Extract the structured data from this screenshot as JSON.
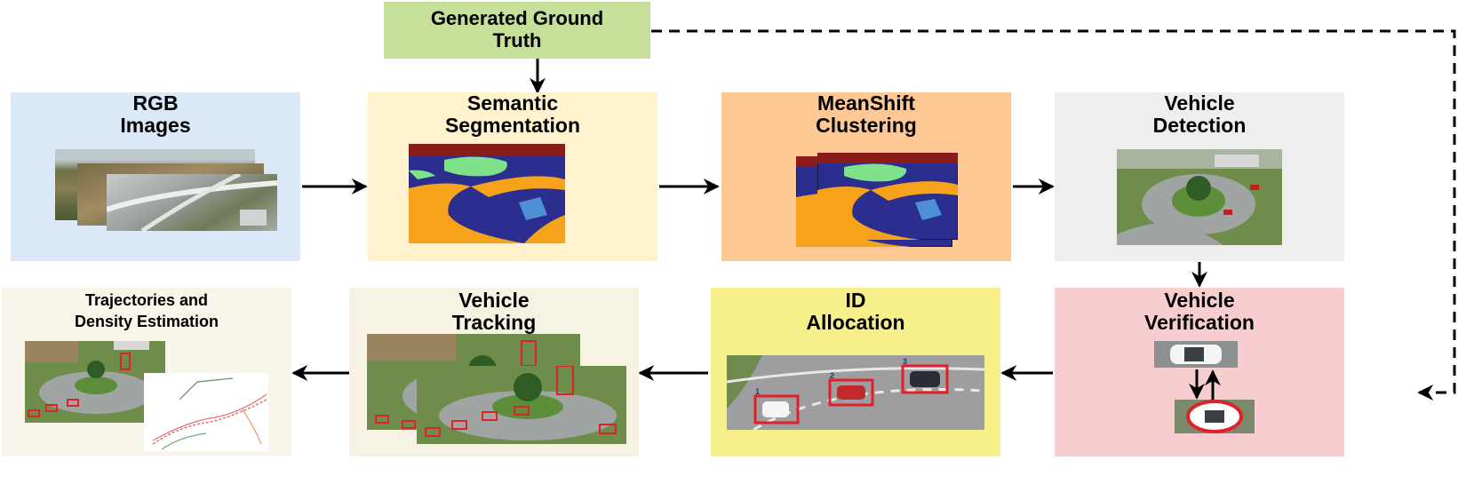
{
  "ground_truth": {
    "line1": "Generated Ground",
    "line2": "Truth"
  },
  "stages": {
    "rgb": {
      "line1": "RGB",
      "line2": "Images"
    },
    "segmentation": {
      "line1": "Semantic",
      "line2": "Segmentation"
    },
    "meanshift": {
      "line1": "MeanShift",
      "line2": "Clustering"
    },
    "detection": {
      "line1": "Vehicle",
      "line2": "Detection"
    },
    "verification": {
      "line1": "Vehicle",
      "line2": "Verification"
    },
    "id_allocation": {
      "line1": "ID",
      "line2": "Allocation"
    },
    "tracking": {
      "line1": "Vehicle",
      "line2": "Tracking"
    },
    "trajectories": {
      "line1": "Trajectories and",
      "line2": "Density Estimation"
    }
  },
  "colors": {
    "ground_truth": "#c6e09a",
    "rgb": "#dae8f8",
    "segmentation": "#fff2cc",
    "meanshift": "#fdc894",
    "detection": "#eeeeee",
    "verification": "#f8cdd0",
    "id_allocation": "#f7ef8a",
    "tracking": "#f6f3e4",
    "trajectories": "#f8f6ea",
    "seg_blue": "#2b2d8f",
    "seg_orange": "#f7a21b",
    "seg_red": "#8b1a1a",
    "seg_green": "#7fe28a",
    "seg_light_blue": "#4e8fd6",
    "box_red": "#e0202a"
  },
  "id_labels": [
    "1",
    "2",
    "3"
  ]
}
